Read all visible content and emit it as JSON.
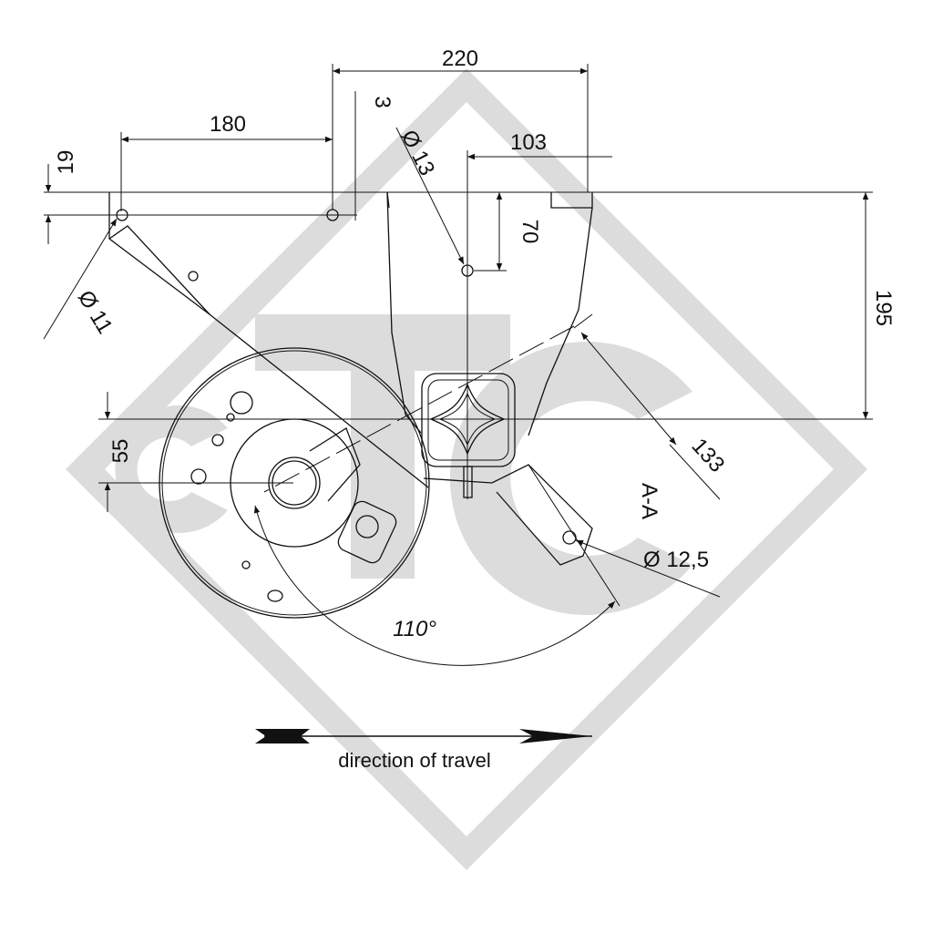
{
  "watermark": {
    "letters": "TC",
    "color": "#dcdcdc"
  },
  "dimensions": {
    "d220": "220",
    "d180": "180",
    "d3": "3",
    "d19": "19",
    "d103": "103",
    "dia13": "Ø 13",
    "d70": "70",
    "d195": "195",
    "dia11": "Ø 11",
    "d55": "55",
    "d133": "133",
    "section": "A-A",
    "dia12_5": "Ø 12,5",
    "angle": "110°"
  },
  "travel": {
    "label": "direction of travel"
  },
  "colors": {
    "line": "#111111",
    "watermark": "#dcdcdc"
  }
}
